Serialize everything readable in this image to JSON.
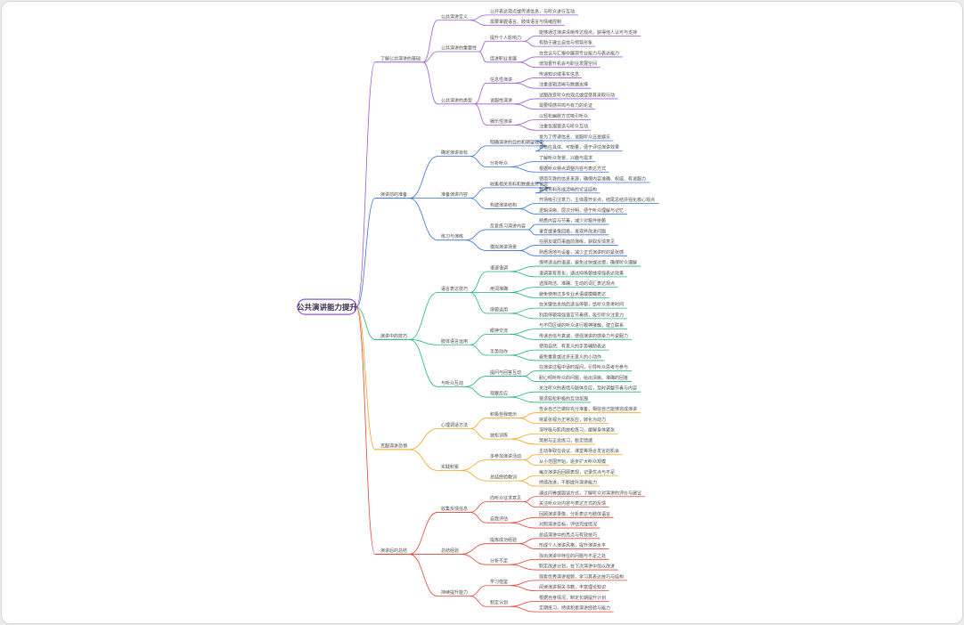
{
  "root": {
    "label": "公共演讲能力提升",
    "color": "#8e5bd0"
  },
  "branches": [
    {
      "label": "了解公共演讲的基础",
      "color": "#9b59d0",
      "children": [
        {
          "label": "公共演讲定义",
          "children": [
            {
              "label": "公开表达观点或传递信息，与听众进行互动",
              "children": []
            },
            {
              "label": "需要掌握语言、肢体语言与情绪控制",
              "children": []
            }
          ]
        },
        {
          "label": "公共演讲的重要性",
          "children": [
            {
              "label": "提升个人影响力",
              "children": [
                {
                  "label": "能够通过演讲清晰传达观点，获得他人认可与支持",
                  "children": []
                },
                {
                  "label": "有助于建立自信与领导形象",
                  "children": []
                }
              ]
            },
            {
              "label": "促进职业发展",
              "children": [
                {
                  "label": "在会议与汇报中展现专业能力与表达能力",
                  "children": []
                },
                {
                  "label": "增加晋升机会与职业发展空间",
                  "children": []
                }
              ]
            }
          ]
        },
        {
          "label": "公共演讲的类型",
          "children": [
            {
              "label": "信息性演讲",
              "children": [
                {
                  "label": "传递知识或事实信息",
                  "children": []
                },
                {
                  "label": "注重逻辑清晰与数据支撑",
                  "children": []
                }
              ]
            },
            {
              "label": "说服性演讲",
              "children": [
                {
                  "label": "试图改变听众的观点或促使其采取行动",
                  "children": []
                },
                {
                  "label": "需要情感共鸣与有力的论证",
                  "children": []
                }
              ]
            },
            {
              "label": "娱乐性演讲",
              "children": [
                {
                  "label": "以轻松幽默方式吸引听众",
                  "children": []
                },
                {
                  "label": "注重氛围营造与听众互动",
                  "children": []
                }
              ]
            }
          ]
        }
      ]
    },
    {
      "label": "演讲前的准备",
      "color": "#3a6fd8",
      "children": [
        {
          "label": "确定演讲目标",
          "children": [
            {
              "label": "明确演讲的目的和期望效果",
              "children": [
                {
                  "label": "是为了传递信息、说服听众还是娱乐",
                  "children": []
                },
                {
                  "label": "目标应具体、可衡量，便于评估演讲效果",
                  "children": []
                }
              ]
            },
            {
              "label": "分析听众",
              "children": [
                {
                  "label": "了解听众背景、兴趣与需求",
                  "children": []
                },
                {
                  "label": "根据听众特点调整内容与表达方式",
                  "children": []
                }
              ]
            }
          ]
        },
        {
          "label": "准备演讲内容",
          "children": [
            {
              "label": "收集相关资料和数据支持论点",
              "children": [
                {
                  "label": "使用可靠的信息来源，确保内容准确、权威、有说服力",
                  "children": []
                },
                {
                  "label": "整理资料形成清晰的论证结构",
                  "children": []
                }
              ]
            },
            {
              "label": "构建演讲结构",
              "children": [
                {
                  "label": "开场吸引注意力，主体展开论点，结尾总结并强化核心观点",
                  "children": []
                },
                {
                  "label": "逻辑清晰、层次分明，便于听众理解与记忆",
                  "children": []
                }
              ]
            }
          ]
        },
        {
          "label": "练习与演练",
          "children": [
            {
              "label": "反复练习演讲内容",
              "children": [
                {
                  "label": "熟悉内容与节奏，减少对稿件依赖",
                  "children": []
                },
                {
                  "label": "录音或录像回看，发现并改进问题",
                  "children": []
                }
              ]
            },
            {
              "label": "模拟演讲场景",
              "children": [
                {
                  "label": "在朋友或同事面前演练，获取反馈意见",
                  "children": []
                },
                {
                  "label": "熟悉场地与设备，减少正式演讲时的紧张感",
                  "children": []
                }
              ]
            }
          ]
        }
      ]
    },
    {
      "label": "演讲中的技巧",
      "color": "#1fb37a",
      "children": [
        {
          "label": "语言表达技巧",
          "children": [
            {
              "label": "语速语调",
              "children": [
                {
                  "label": "保持适当的语速，避免过快或过慢，确保听众理解",
                  "children": []
                },
                {
                  "label": "语调富有变化，通过抑扬顿挫增强表达效果",
                  "children": []
                }
              ]
            },
            {
              "label": "用词准确",
              "children": [
                {
                  "label": "选择简洁、准确、生动的词汇表达观点",
                  "children": []
                },
                {
                  "label": "避免使用过多专业术语或模糊表达",
                  "children": []
                }
              ]
            },
            {
              "label": "停顿运用",
              "children": [
                {
                  "label": "在关键信息前后适当停顿，给听众思考时间",
                  "children": []
                },
                {
                  "label": "利用停顿增强语言节奏感，吸引听众注意力",
                  "children": []
                }
              ]
            }
          ]
        },
        {
          "label": "肢体语言运用",
          "children": [
            {
              "label": "眼神交流",
              "children": [
                {
                  "label": "与不同区域的听众进行眼神接触，建立联系",
                  "children": []
                },
                {
                  "label": "传递自信与真诚，增强演讲的感染力与说服力",
                  "children": []
                }
              ]
            },
            {
              "label": "手势动作",
              "children": [
                {
                  "label": "使用自然、有意义的手势辅助表达",
                  "children": []
                },
                {
                  "label": "避免重复或过多无意义的小动作",
                  "children": []
                }
              ]
            }
          ]
        },
        {
          "label": "与听众互动",
          "children": [
            {
              "label": "提问与回答互动",
              "children": [
                {
                  "label": "在演讲过程中适时提问，引导听众思考与参与",
                  "children": []
                },
                {
                  "label": "耐心倾听听众的问题，给出清晰、准确的回答",
                  "children": []
                }
              ]
            },
            {
              "label": "观察反应",
              "children": [
                {
                  "label": "关注听众的表情与肢体反应，及时调整节奏与内容",
                  "children": []
                },
                {
                  "label": "营造轻松积极的互动氛围",
                  "children": []
                }
              ]
            }
          ]
        }
      ]
    },
    {
      "label": "克服演讲恐惧",
      "color": "#f0a31a",
      "children": [
        {
          "label": "心理调适方法",
          "children": [
            {
              "label": "积极自我暗示",
              "children": [
                {
                  "label": "告诉自己已做好充分准备，相信自己能够完成演讲",
                  "children": []
                },
                {
                  "label": "将紧张视为正常反应，转化为动力",
                  "children": []
                }
              ]
            },
            {
              "label": "放松训练",
              "children": [
                {
                  "label": "深呼吸与肌肉放松练习，缓解身体紧张",
                  "children": []
                },
                {
                  "label": "冥想与正念练习，稳定情绪",
                  "children": []
                }
              ]
            }
          ]
        },
        {
          "label": "实践积累",
          "children": [
            {
              "label": "多参加演讲活动",
              "children": [
                {
                  "label": "主动争取在会议、课堂等场合发言的机会",
                  "children": []
                },
                {
                  "label": "从小范围开始，逐步扩大听众规模",
                  "children": []
                }
              ]
            },
            {
              "label": "总结经验教训",
              "children": [
                {
                  "label": "每次演讲后回顾表现，记录优点与不足",
                  "children": []
                },
                {
                  "label": "持续改进，不断提升演讲能力",
                  "children": []
                }
              ]
            }
          ]
        }
      ]
    },
    {
      "label": "演讲后的总结",
      "color": "#e0433a",
      "children": [
        {
          "label": "收集反馈信息",
          "children": [
            {
              "label": "向听众征求意见",
              "children": [
                {
                  "label": "通过问卷或面谈方式，了解听众对演讲的评价与建议",
                  "children": []
                },
                {
                  "label": "关注听众对内容与表达方式的反馈",
                  "children": []
                }
              ]
            },
            {
              "label": "自我评估",
              "children": [
                {
                  "label": "回顾演讲录像，分析表达与肢体语言",
                  "children": []
                },
                {
                  "label": "对照演讲目标，评估完成情况",
                  "children": []
                }
              ]
            }
          ]
        },
        {
          "label": "总结经验",
          "children": [
            {
              "label": "提炼成功经验",
              "children": [
                {
                  "label": "总结演讲中的亮点与有效技巧",
                  "children": []
                },
                {
                  "label": "形成个人演讲风格，提升演讲水平",
                  "children": []
                }
              ]
            },
            {
              "label": "分析不足",
              "children": [
                {
                  "label": "找出演讲中存在的问题与不足之处",
                  "children": []
                },
                {
                  "label": "制定改进计划，在下次演讲中加以改进",
                  "children": []
                }
              ]
            }
          ]
        },
        {
          "label": "持续提升能力",
          "children": [
            {
              "label": "学习借鉴",
              "children": [
                {
                  "label": "观看优秀演讲视频，学习其表达技巧与结构",
                  "children": []
                },
                {
                  "label": "阅读演讲相关书籍，丰富理论知识",
                  "children": []
                }
              ]
            },
            {
              "label": "制定计划",
              "children": [
                {
                  "label": "根据自身情况，制定长期提升计划",
                  "children": []
                },
                {
                  "label": "定期练习，持续积累演讲经验与能力",
                  "children": []
                }
              ]
            }
          ]
        }
      ]
    }
  ]
}
